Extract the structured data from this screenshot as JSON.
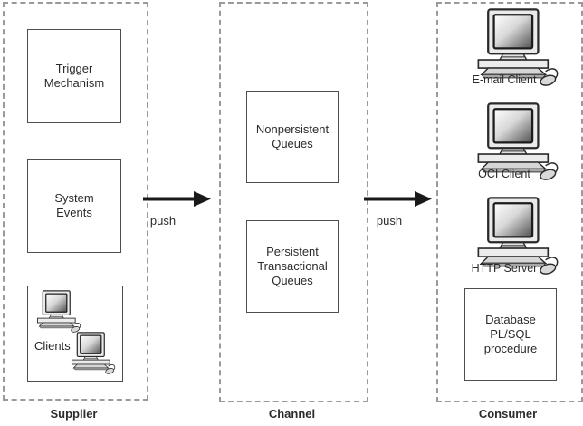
{
  "sections": {
    "supplier": {
      "title": "Supplier",
      "boxes": {
        "trigger": "Trigger\nMechanism",
        "system_events": "System\nEvents",
        "clients": "Clients"
      }
    },
    "channel": {
      "title": "Channel",
      "boxes": {
        "nonpersistent": "Nonpersistent\nQueues",
        "persistent": "Persistent\nTransactional\nQueues"
      }
    },
    "consumer": {
      "title": "Consumer",
      "clients": [
        "E-mail Client",
        "OCI Client",
        "HTTP Server"
      ],
      "database_box": "Database\nPL/SQL\nprocedure"
    }
  },
  "arrows": {
    "supplier_to_channel": "push",
    "channel_to_consumer": "push"
  },
  "icons": {
    "computer": "computer-icon"
  },
  "colors": {
    "section_border_dashed": "#9a9a9a",
    "box_border": "#4d4d4d",
    "arrow": "#1a1a1a",
    "text": "#2b2b2b",
    "icon_body": "#ebebeb",
    "screen_gradient_start": "#ffffff",
    "screen_gradient_end": "#4f4f4f"
  }
}
